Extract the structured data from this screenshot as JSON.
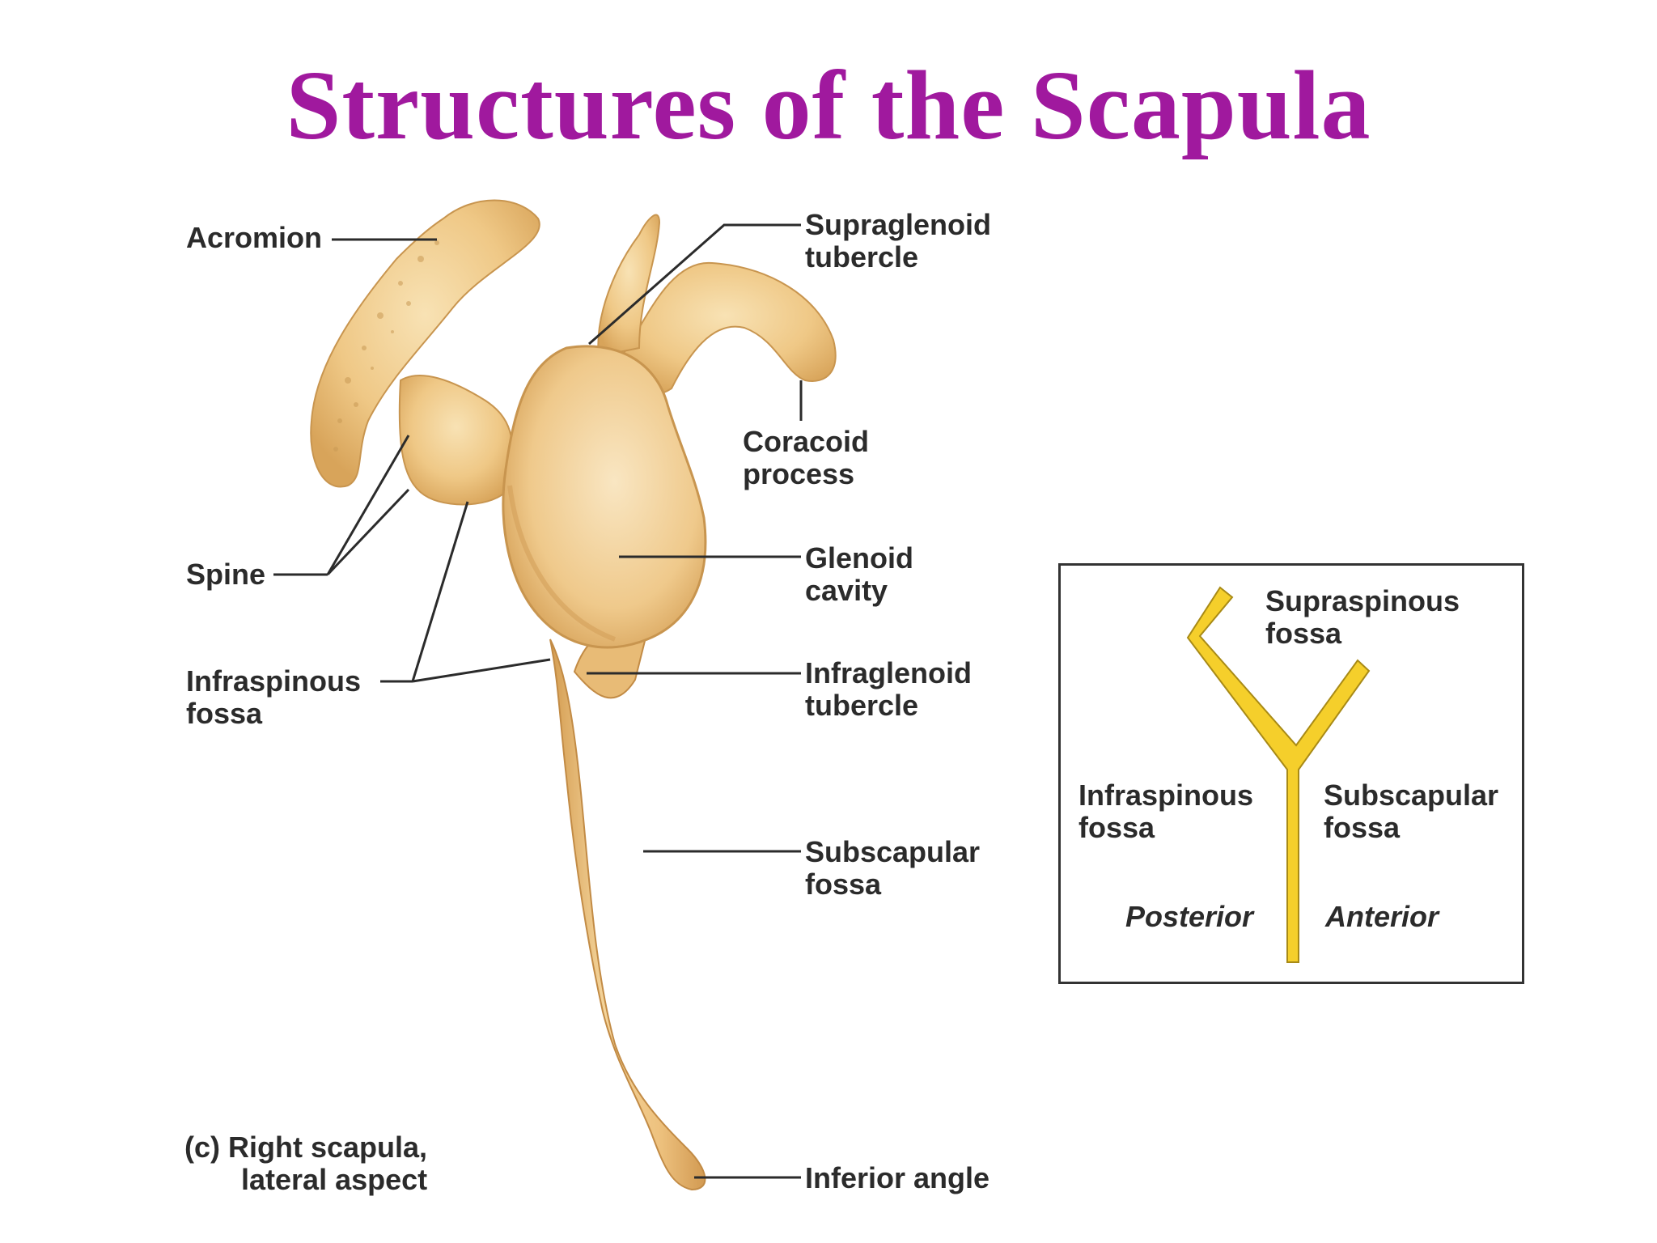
{
  "title": "Structures of the Scapula",
  "caption": {
    "line1": "(c) Right scapula,",
    "line2": "lateral aspect"
  },
  "labels": {
    "acromion": [
      "Acromion"
    ],
    "supraglenoid": [
      "Supraglenoid",
      "tubercle"
    ],
    "coracoid": [
      "Coracoid",
      "process"
    ],
    "glenoid": [
      "Glenoid",
      "cavity"
    ],
    "spine": [
      "Spine"
    ],
    "infraspinous": [
      "Infraspinous",
      "fossa"
    ],
    "infraglenoid": [
      "Infraglenoid",
      "tubercle"
    ],
    "subscapular": [
      "Subscapular",
      "fossa"
    ],
    "inferior_angle": [
      "Inferior angle"
    ]
  },
  "inset": {
    "supraspinous": [
      "Supraspinous",
      "fossa"
    ],
    "infraspinous": [
      "Infraspinous",
      "fossa"
    ],
    "subscapular": [
      "Subscapular",
      "fossa"
    ],
    "posterior": "Posterior",
    "anterior": "Anterior"
  },
  "colors": {
    "title": "#a0199e",
    "bone": "#f0cf92",
    "bone_shadow": "#d9a95e",
    "inset_shape": "#f5cf2b"
  }
}
